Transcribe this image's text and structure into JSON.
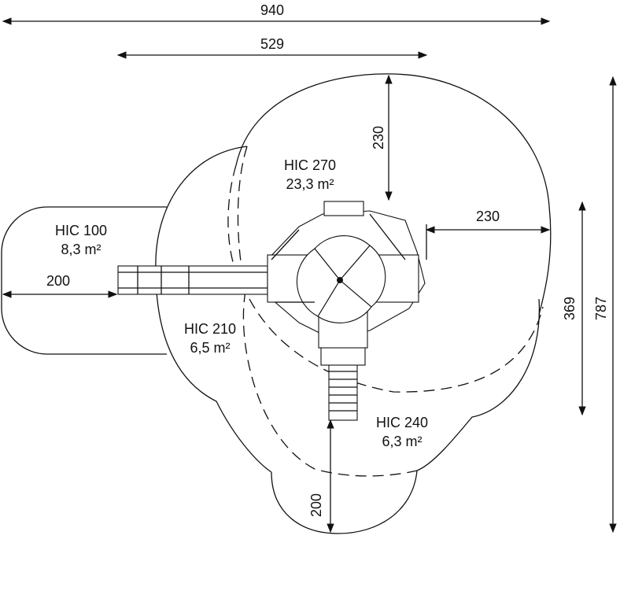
{
  "dimensions": {
    "overall_width": "940",
    "inner_width": "529",
    "top_depth": "230",
    "right_depth": "230",
    "left_depth": "200",
    "bottom_depth": "200",
    "mid_height": "369",
    "overall_height": "787"
  },
  "zones": [
    {
      "name": "HIC 270",
      "area": "23,3 m²"
    },
    {
      "name": "HIC 100",
      "area": "8,3 m²"
    },
    {
      "name": "HIC 210",
      "area": "6,5 m²"
    },
    {
      "name": "HIC 240",
      "area": "6,3 m²"
    }
  ]
}
